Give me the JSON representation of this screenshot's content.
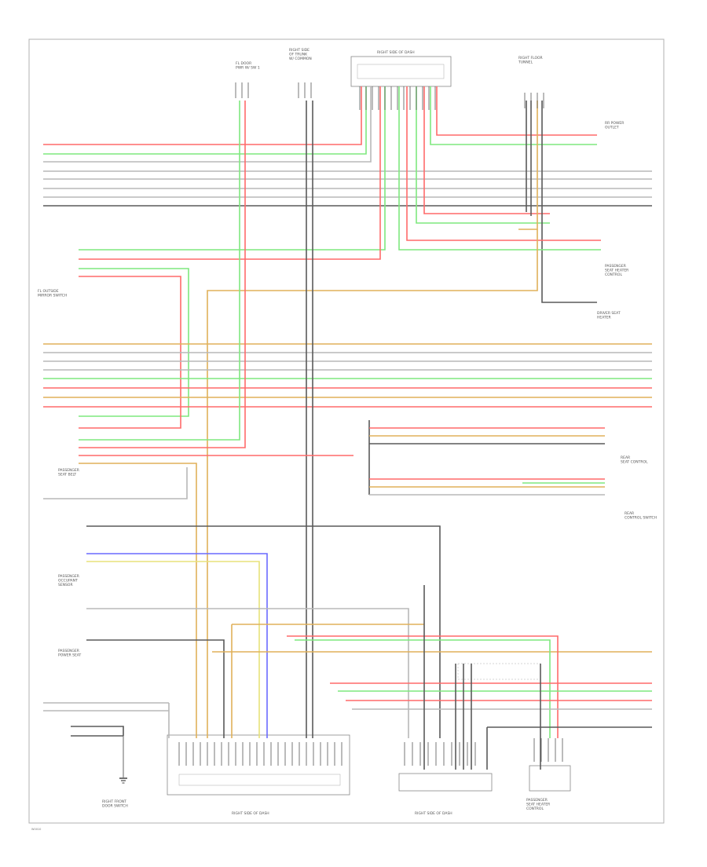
{
  "colors": {
    "red": "#ff6a6a",
    "green": "#7fe87f",
    "orange": "#e0b15a",
    "blue": "#6a6aff",
    "yellow": "#e8e27a",
    "gray": "#b8b8b8",
    "dark": "#5a5a5a",
    "frame": "#b0b0b0"
  },
  "labels": {
    "top_left_connector": "FL DOOR\nPWR W/ SW 1",
    "top_center_connector": "RIGHT SIDE\nOF TRUNK\nW/ COMMON",
    "top_center_box": "RIGHT SIDE OF DASH",
    "top_right_connector": "RIGHT FLOOR\nTUNNEL",
    "right_label_1": "RR POWER\nOUTLET",
    "right_label_2": "PASSENGER\nSEAT HEATER\nCONTROL",
    "right_label_3": "DRIVER SEAT\nHEATER",
    "left_label_1": "FL OUTSIDE\nMIRROR SWITCH",
    "left_label_2": "PASSENGER\nSEAT BELT",
    "left_label_3": "PASSENGER\nOCCUPANT\nSENSOR",
    "left_label_4": "PASSENGER\nPOWER SEAT",
    "right_mid_label_1": "REAR\nSEAT CONTROL",
    "right_mid_label_2": "REAR\nCONTROL SWITCH",
    "bottom_left_label": "RIGHT FRONT\nDOOR SWITCH",
    "bottom_center_label": "RIGHT SIDE OF DASH",
    "bottom_center2_label": "RIGHT SIDE OF DASH",
    "bottom_right_label": "PASSENGER\nSEAT HEATER\nCONTROL",
    "footer_code": "W0010"
  }
}
